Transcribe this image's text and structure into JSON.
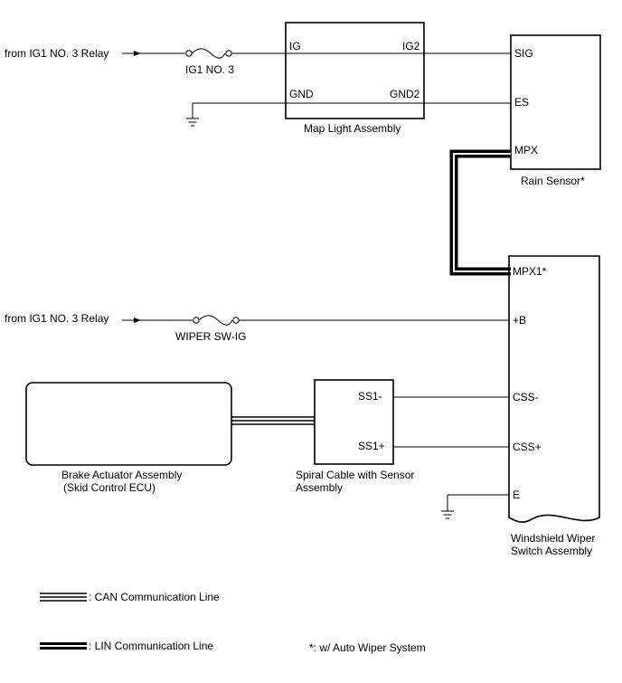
{
  "sources": {
    "relay_top": "from IG1 NO. 3 Relay",
    "relay_mid": "from IG1 NO. 3 Relay"
  },
  "fuses": {
    "ig1_no3": "IG1 NO. 3",
    "wiper_sw_ig": "WIPER SW-IG"
  },
  "map_light": {
    "name": "Map Light Assembly",
    "pins": {
      "ig": "IG",
      "ig2": "IG2",
      "gnd": "GND",
      "gnd2": "GND2"
    }
  },
  "rain_sensor": {
    "name": "Rain Sensor*",
    "pins": {
      "sig": "SIG",
      "es": "ES",
      "mpx": "MPX"
    }
  },
  "wiper_switch": {
    "name_line1": "Windshield Wiper",
    "name_line2": "Switch Assembly",
    "pins": {
      "mpx1": "MPX1*",
      "b": "+B",
      "css_minus": "CSS-",
      "css_plus": "CSS+",
      "e": "E"
    }
  },
  "brake": {
    "name_line1": "Brake Actuator Assembly",
    "name_line2": "(Skid Control ECU)"
  },
  "spiral": {
    "name_line1": "Spiral Cable with Sensor",
    "name_line2": "Assembly",
    "pins": {
      "ss1_minus": "SS1-",
      "ss1_plus": "SS1+"
    }
  },
  "legend": {
    "can": ": CAN Communication Line",
    "lin": ": LIN Communication Line",
    "note": "*: w/ Auto Wiper System"
  }
}
